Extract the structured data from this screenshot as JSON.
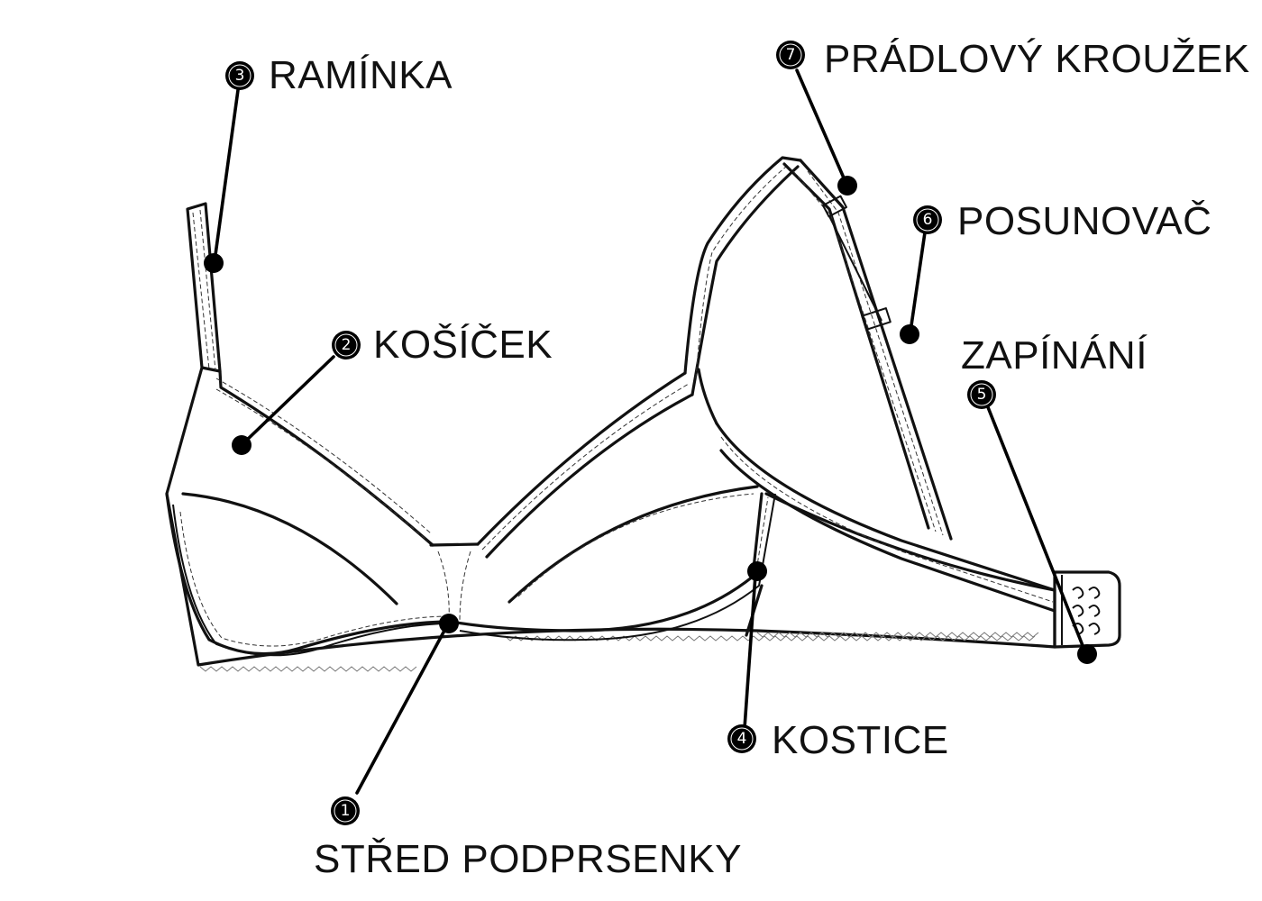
{
  "diagram": {
    "labels": [
      {
        "id": "1",
        "text": "STŘED PODPRSENKY"
      },
      {
        "id": "2",
        "text": "KOŠÍČEK"
      },
      {
        "id": "3",
        "text": "RAMÍNKA"
      },
      {
        "id": "4",
        "text": "KOSTICE"
      },
      {
        "id": "5",
        "text": "ZAPÍNÁNÍ"
      },
      {
        "id": "6",
        "text": "POSUNOVAČ"
      },
      {
        "id": "7",
        "text": "PRÁDLOVÝ KROUŽEK"
      }
    ],
    "colors": {
      "line": "#111111",
      "background": "#ffffff",
      "badge": "#000000"
    }
  }
}
